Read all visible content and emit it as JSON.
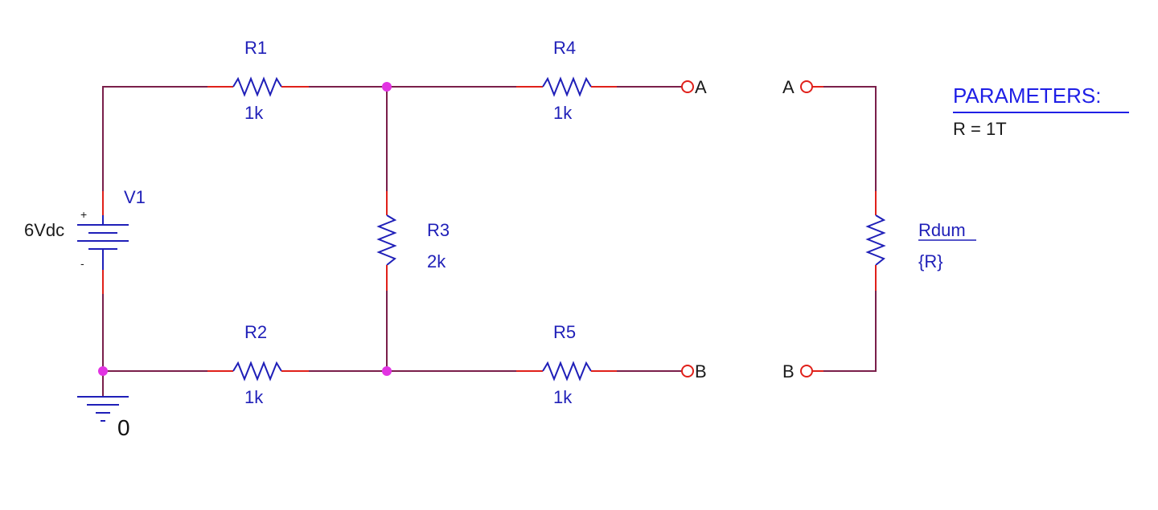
{
  "source": {
    "name": "V1",
    "value": "6Vdc",
    "plus": "+",
    "minus": "-"
  },
  "ground": {
    "label": "0"
  },
  "resistors": {
    "r1": {
      "name": "R1",
      "value": "1k"
    },
    "r2": {
      "name": "R2",
      "value": "1k"
    },
    "r3": {
      "name": "R3",
      "value": "2k"
    },
    "r4": {
      "name": "R4",
      "value": "1k"
    },
    "r5": {
      "name": "R5",
      "value": "1k"
    },
    "rdum": {
      "name": "Rdum",
      "value": "{R}"
    }
  },
  "ports": {
    "a_left": "A",
    "b_left": "B",
    "a_right": "A",
    "b_right": "B"
  },
  "parameters": {
    "title": "PARAMETERS:",
    "entry": "R = 1T"
  },
  "colors": {
    "wire": "#7a1f4a",
    "pin": "#e0201a",
    "component": "#1f1fb8",
    "junction": "#e233e2",
    "parameters_text": "#1f1fe6"
  }
}
